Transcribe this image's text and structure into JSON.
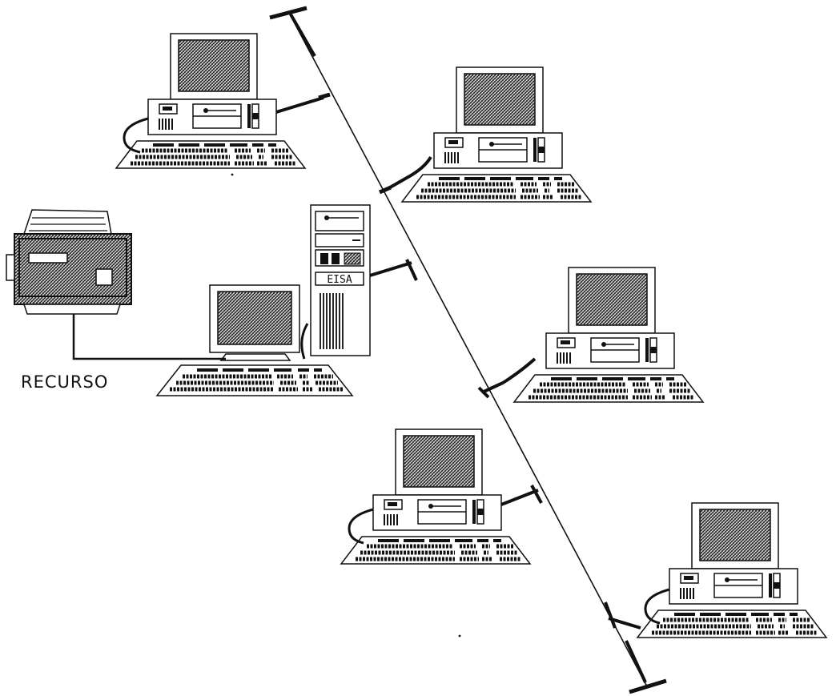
{
  "diagram": {
    "resource_label": "RECURSO",
    "tower_label": "EISA",
    "colors": {
      "line": "#111111",
      "background": "#ffffff"
    },
    "nodes": [
      {
        "kind": "desktop-workstation"
      },
      {
        "kind": "desktop-workstation"
      },
      {
        "kind": "tower-server"
      },
      {
        "kind": "desktop-workstation"
      },
      {
        "kind": "desktop-workstation"
      },
      {
        "kind": "desktop-workstation"
      },
      {
        "kind": "printer"
      }
    ],
    "topology": "bus"
  }
}
